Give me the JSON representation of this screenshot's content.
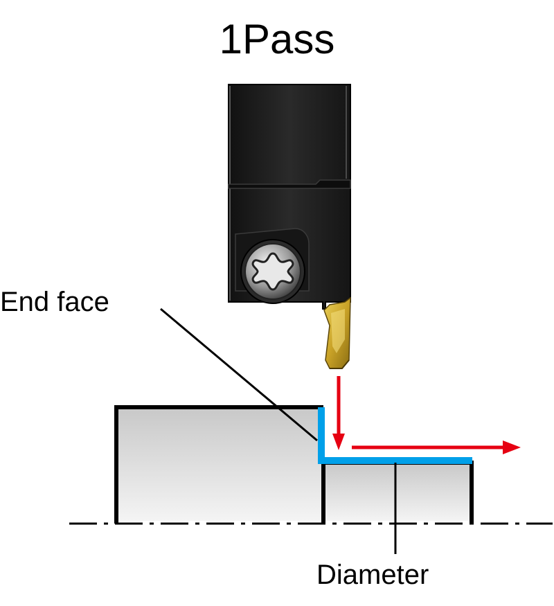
{
  "title": "1Pass",
  "labels": {
    "end_face": "End face",
    "diameter": "Diameter"
  },
  "colors": {
    "path_highlight": "#00a0e9",
    "arrow": "#e60012",
    "insert": "#c9a227",
    "holder": "#1c1c1c",
    "workpiece_fill": "#d6d6d6",
    "outline": "#000000"
  },
  "icons": {
    "screw": "torx-screw-icon"
  }
}
